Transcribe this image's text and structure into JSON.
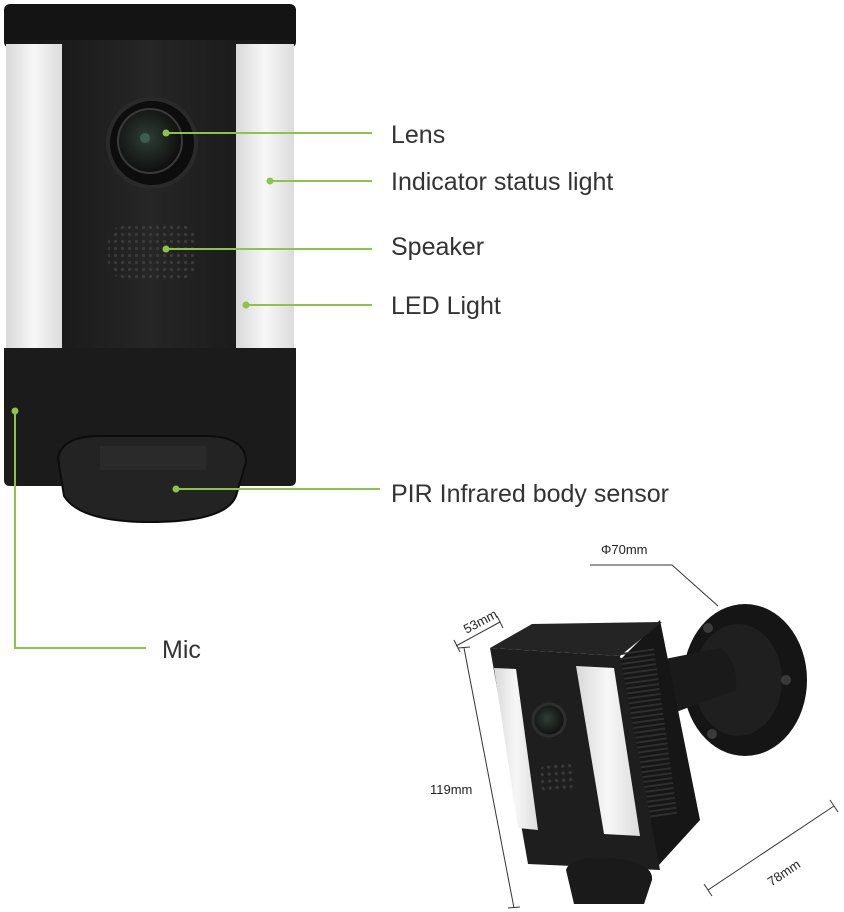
{
  "callouts": {
    "lens": "Lens",
    "indicator": "Indicator status light",
    "speaker": "Speaker",
    "led": "LED Light",
    "pir": "PIR Infrared body sensor",
    "mic": "Mic"
  },
  "dimensions": {
    "mount_diameter": "Φ70mm",
    "depth": "53mm",
    "height": "119mm",
    "width": "78mm"
  },
  "colors": {
    "callout": "#8dc34a",
    "body": "#1c1c1c",
    "panel": "#eeeeee",
    "text": "#333333"
  }
}
